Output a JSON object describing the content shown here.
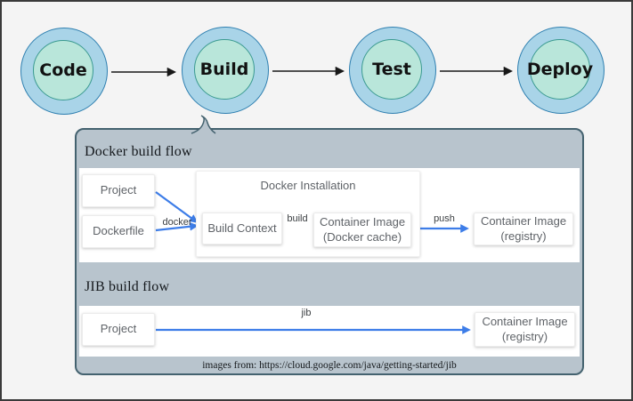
{
  "pipeline": {
    "stages": [
      "Code",
      "Build",
      "Test",
      "Deploy"
    ]
  },
  "callout": {
    "sections": [
      {
        "title": "Docker build flow",
        "nodes": {
          "project": "Project",
          "dockerfile": "Dockerfile",
          "installation": "Docker Installation",
          "build_context": "Build Context",
          "cache_image_l1": "Container Image",
          "cache_image_l2": "(Docker cache)",
          "registry_image_l1": "Container Image",
          "registry_image_l2": "(registry)"
        },
        "edge_labels": {
          "docker": "docker",
          "build": "build",
          "push": "push"
        }
      },
      {
        "title": "JIB build flow",
        "nodes": {
          "project": "Project",
          "registry_image_l1": "Container Image",
          "registry_image_l2": "(registry)"
        },
        "edge_labels": {
          "jib": "jib"
        }
      }
    ],
    "footer": "images from: https://cloud.google.com/java/getting-started/jib"
  },
  "colors": {
    "background": "#f4f4f4",
    "panel_bg": "#b8c4cd",
    "panel_border": "#44626f",
    "circle_outer_fill": "#a9d4e8",
    "circle_outer_stroke": "#2e7fb0",
    "circle_inner_fill": "#b9e6da",
    "circle_inner_stroke": "#3a9a90",
    "arrow_blue": "#3d7de8",
    "arrow_black": "#181818",
    "node_text": "#5f6368"
  }
}
